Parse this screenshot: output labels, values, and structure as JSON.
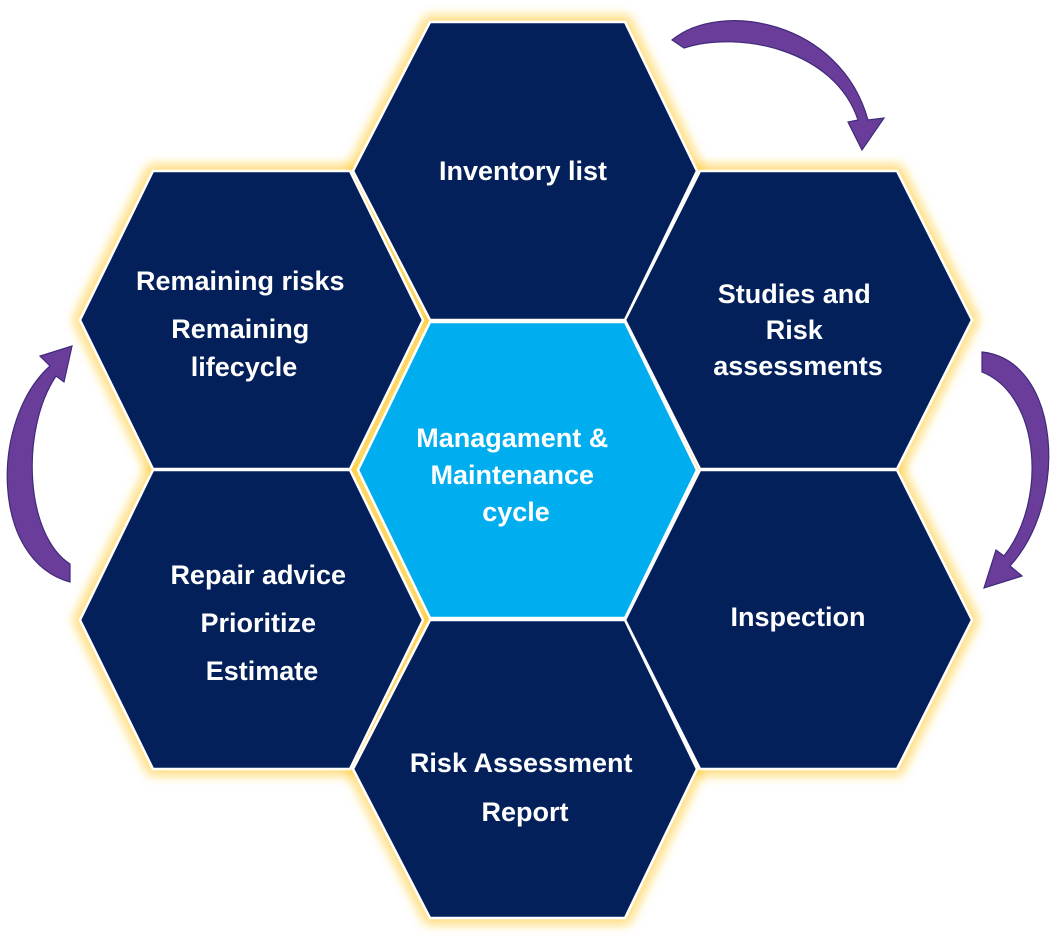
{
  "colors": {
    "hex_fill": "#03205b",
    "center_fill": "#00aeef",
    "glow": "#ffc20e",
    "arrow": "#6a3d9a"
  },
  "center": {
    "lines": [
      "Managament &",
      "Maintenance",
      "cycle"
    ]
  },
  "hexagons": [
    {
      "key": "top",
      "lines": [
        "Inventory list"
      ]
    },
    {
      "key": "upper-right",
      "lines": [
        "Studies and",
        "Risk",
        "assessments"
      ]
    },
    {
      "key": "lower-right",
      "lines": [
        "Inspection"
      ]
    },
    {
      "key": "bottom",
      "lines": [
        "Risk Assessment",
        "Report"
      ]
    },
    {
      "key": "lower-left",
      "lines": [
        "Repair advice",
        "Prioritize",
        "Estimate"
      ]
    },
    {
      "key": "upper-left",
      "lines": [
        "Remaining risks",
        "Remaining",
        "lifecycle"
      ]
    }
  ],
  "arrows": [
    {
      "key": "top-right",
      "icon": "curved-arrow-icon"
    },
    {
      "key": "right",
      "icon": "curved-arrow-icon"
    },
    {
      "key": "left",
      "icon": "curved-arrow-icon"
    }
  ]
}
